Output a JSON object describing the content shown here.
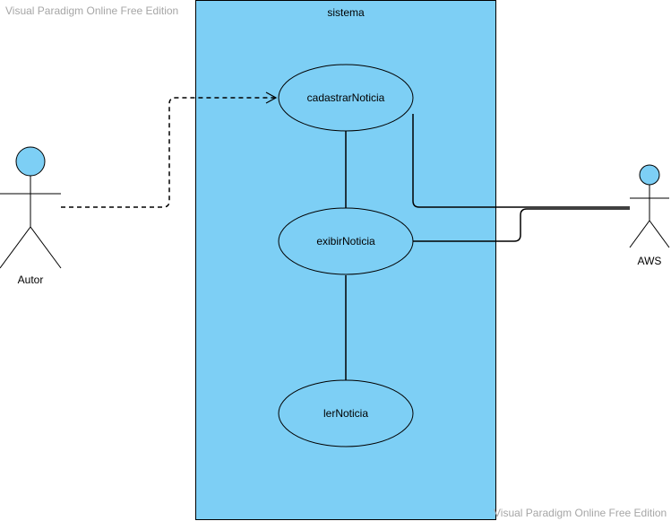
{
  "watermark": {
    "top": "Visual Paradigm Online Free Edition",
    "bottom": "Visual Paradigm Online Free Edition"
  },
  "system": {
    "title": "sistema",
    "fill": "#7dcff5"
  },
  "actors": {
    "autor": "Autor",
    "aws": "AWS"
  },
  "use_cases": {
    "cadastrar": "cadastrarNoticia",
    "exibir": "exibirNoticia",
    "ler": "lerNoticia"
  },
  "colors": {
    "line": "#000000",
    "watermark": "#a6a6a6"
  }
}
